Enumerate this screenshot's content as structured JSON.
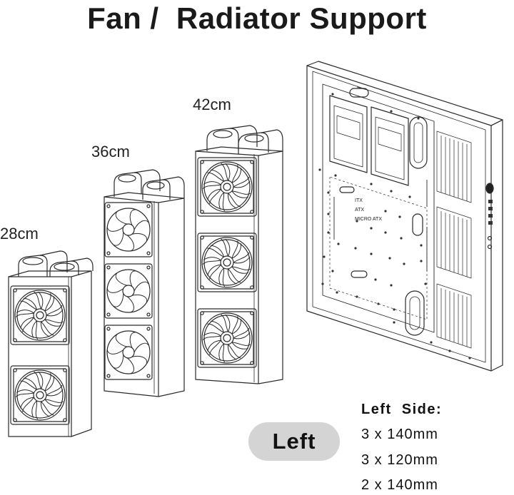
{
  "title": "Fan /  Radiator Support",
  "radiators": [
    {
      "label": "28cm",
      "fans": 2
    },
    {
      "label": "36cm",
      "fans": 3
    },
    {
      "label": "42cm",
      "fans": 3
    }
  ],
  "board_labels": {
    "itx": "ITX",
    "atx": "ATX",
    "micro_atx": "MICRO ATX"
  },
  "badge": "Left",
  "spec": {
    "heading": "Left  Side:",
    "lines": [
      "3 x 140mm",
      "3 x 120mm",
      "2 x 140mm"
    ]
  }
}
